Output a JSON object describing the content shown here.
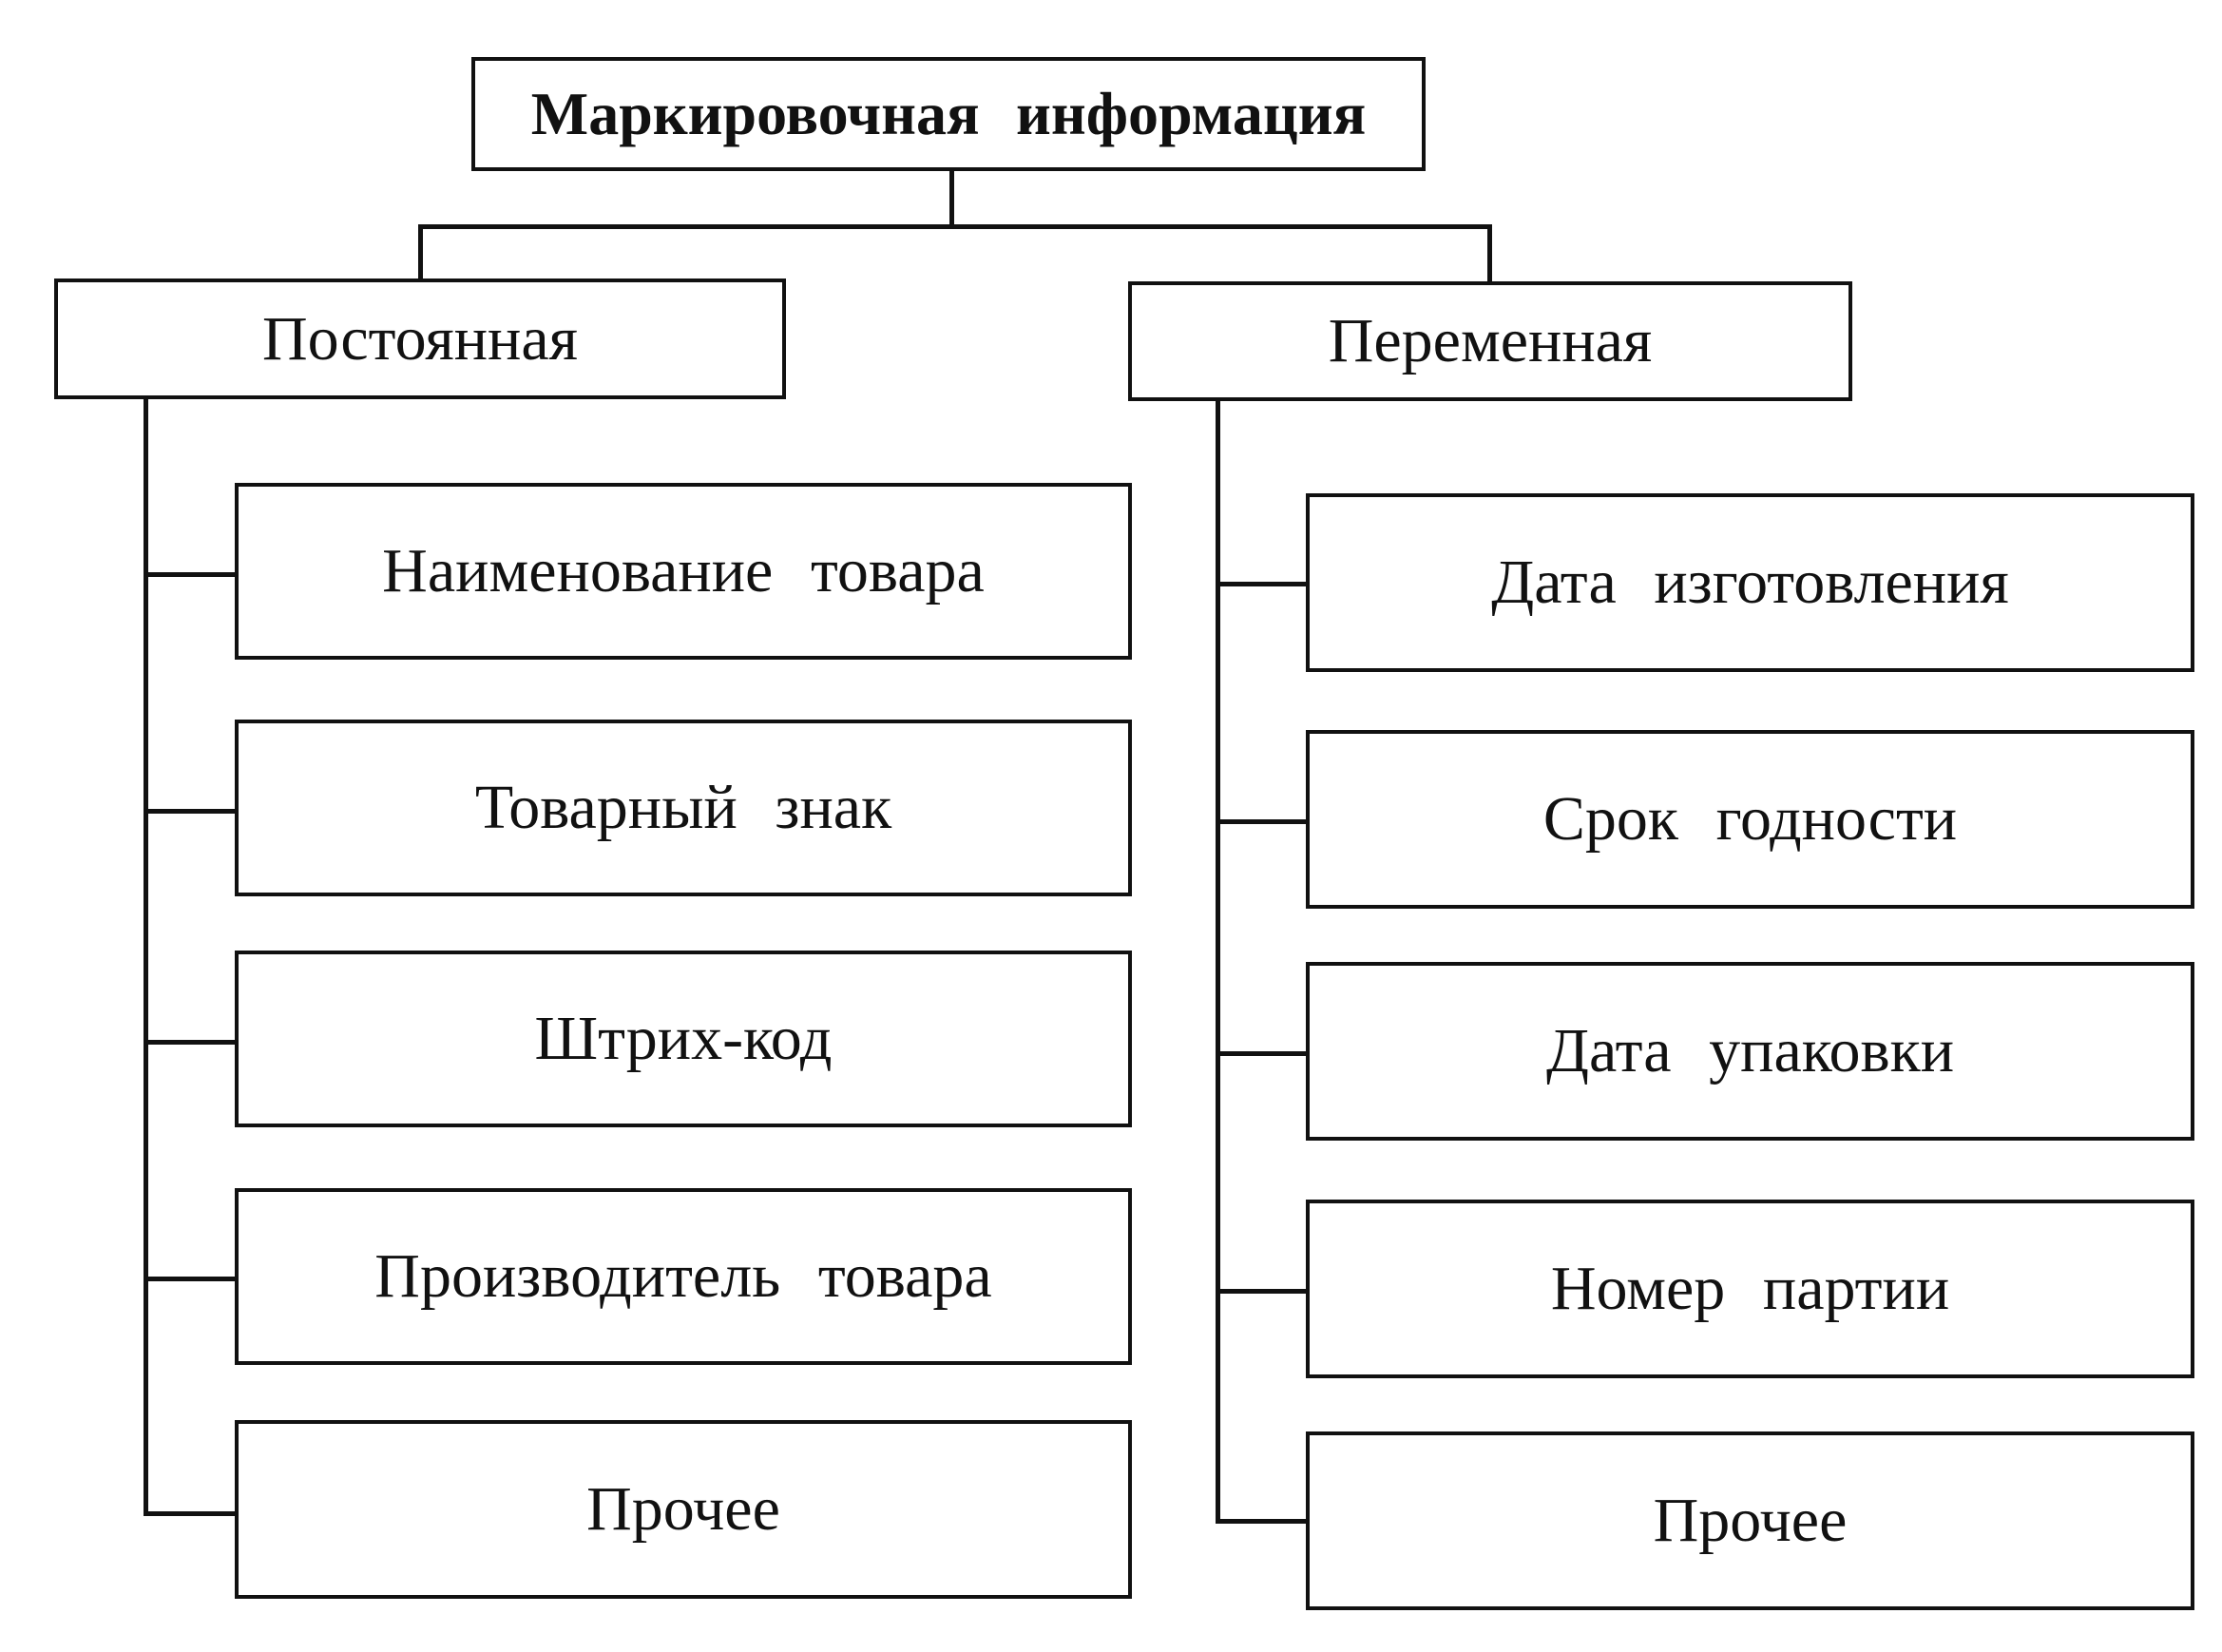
{
  "root": {
    "label": "Маркировочная информация"
  },
  "branches": [
    {
      "label": "Постоянная",
      "items": [
        "Наименование товара",
        "Товарный знак",
        "Штрих-код",
        "Производитель товара",
        "Прочее"
      ]
    },
    {
      "label": "Переменная",
      "items": [
        "Дата изготовления",
        "Срок годности",
        "Дата упаковки",
        "Номер партии",
        "Прочее"
      ]
    }
  ]
}
